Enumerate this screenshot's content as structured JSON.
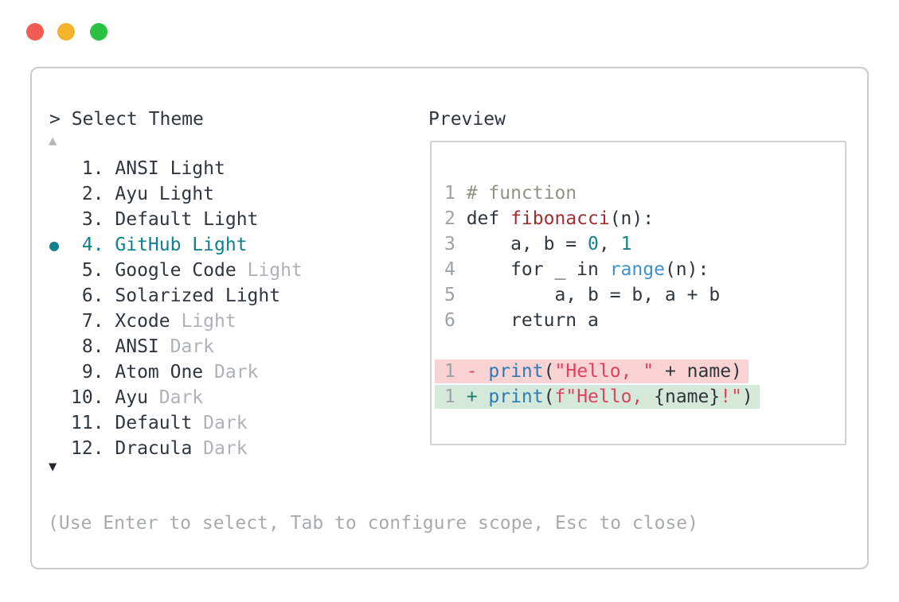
{
  "window_controls": {
    "close_color": "#f15b52",
    "minimize_color": "#f3b32a",
    "zoom_color": "#27c23f"
  },
  "theme_picker": {
    "prompt": "> Select Theme",
    "scroll_up": "▲",
    "scroll_down": "▼",
    "selected_bullet": "●",
    "help_text": "(Use Enter to select, Tab to configure scope, Esc to close)",
    "items": [
      {
        "number": "1.",
        "name": "ANSI Light",
        "dim": "",
        "selected": false
      },
      {
        "number": "2.",
        "name": "Ayu Light",
        "dim": "",
        "selected": false
      },
      {
        "number": "3.",
        "name": "Default Light",
        "dim": "",
        "selected": false
      },
      {
        "number": "4.",
        "name": "GitHub Light",
        "dim": "",
        "selected": true
      },
      {
        "number": "5.",
        "name": "Google Code",
        "dim": "Light",
        "selected": false
      },
      {
        "number": "6.",
        "name": "Solarized Light",
        "dim": "",
        "selected": false
      },
      {
        "number": "7.",
        "name": "Xcode",
        "dim": "Light",
        "selected": false
      },
      {
        "number": "8.",
        "name": "ANSI",
        "dim": "Dark",
        "selected": false
      },
      {
        "number": "9.",
        "name": "Atom One",
        "dim": "Dark",
        "selected": false
      },
      {
        "number": "10.",
        "name": "Ayu",
        "dim": "Dark",
        "selected": false
      },
      {
        "number": "11.",
        "name": "Default",
        "dim": "Dark",
        "selected": false
      },
      {
        "number": "12.",
        "name": "Dracula",
        "dim": "Dark",
        "selected": false
      }
    ],
    "colors": {
      "text": "#2f363d",
      "dim": "#aeb2b6",
      "selected": "#0f818d",
      "scroll_up": "#b4b6b8",
      "scroll_down": "#23282d",
      "help": "#a7abae"
    }
  },
  "preview": {
    "title": "Preview",
    "colors": {
      "line_number": "#9da2a6",
      "text": "#2f363d",
      "comment": "#8e9587",
      "function_def": "#a12f32",
      "number": "#15818d",
      "builtin": "#3f90d1",
      "function_call": "#2a7cba",
      "string": "#e2405f",
      "diff_minus": "#d64d62",
      "diff_plus": "#237a6b",
      "removed_bg": "#f9d2d4",
      "added_bg": "#d5e9da"
    },
    "code_lines": [
      {
        "num": "1",
        "tokens": [
          {
            "t": "# function",
            "c": "comment"
          }
        ]
      },
      {
        "num": "2",
        "tokens": [
          {
            "t": "def ",
            "c": "text"
          },
          {
            "t": "fibonacci",
            "c": "function_def"
          },
          {
            "t": "(n):",
            "c": "text"
          }
        ]
      },
      {
        "num": "3",
        "tokens": [
          {
            "t": "    a, b = ",
            "c": "text"
          },
          {
            "t": "0",
            "c": "number"
          },
          {
            "t": ", ",
            "c": "text"
          },
          {
            "t": "1",
            "c": "number"
          }
        ]
      },
      {
        "num": "4",
        "tokens": [
          {
            "t": "    for _ in ",
            "c": "text"
          },
          {
            "t": "range",
            "c": "builtin"
          },
          {
            "t": "(n):",
            "c": "text"
          }
        ]
      },
      {
        "num": "5",
        "tokens": [
          {
            "t": "        a, b = b, a + b",
            "c": "text"
          }
        ]
      },
      {
        "num": "6",
        "tokens": [
          {
            "t": "    return a",
            "c": "text"
          }
        ]
      },
      {
        "blank": true,
        "num": "",
        "tokens": []
      },
      {
        "num": "1",
        "diff": "removed",
        "tokens": [
          {
            "t": "- ",
            "c": "diff_minus"
          },
          {
            "t": "print",
            "c": "function_call"
          },
          {
            "t": "(",
            "c": "text"
          },
          {
            "t": "\"Hello, \"",
            "c": "string"
          },
          {
            "t": " + name)",
            "c": "text"
          }
        ]
      },
      {
        "num": "1",
        "diff": "added",
        "tokens": [
          {
            "t": "+ ",
            "c": "diff_plus"
          },
          {
            "t": "print",
            "c": "function_call"
          },
          {
            "t": "(",
            "c": "text"
          },
          {
            "t": "f\"Hello, ",
            "c": "string"
          },
          {
            "t": "{name}",
            "c": "text"
          },
          {
            "t": "!\"",
            "c": "string"
          },
          {
            "t": ")",
            "c": "text"
          }
        ]
      }
    ]
  }
}
